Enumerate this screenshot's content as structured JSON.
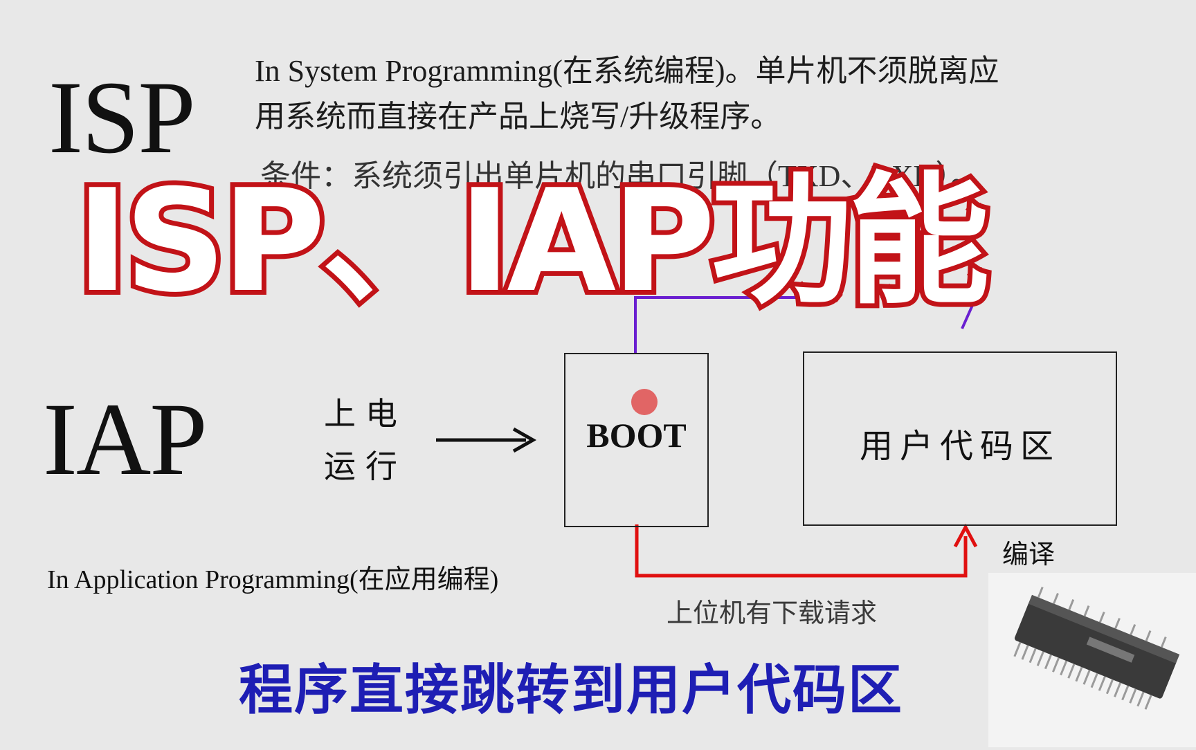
{
  "isp": {
    "title": "ISP",
    "desc_line1": "In System Programming(在系统编程)。单片机不须脱离应",
    "desc_line2": "用系统而直接在产品上烧写/升级程序。",
    "condition": "条件：系统须引出单片机的串口引脚（TXD、RXD）。"
  },
  "iap": {
    "title": "IAP",
    "full_name": "In Application Programming(在应用编程)",
    "power_run": "上电运行"
  },
  "diagram": {
    "boot_label": "BOOT",
    "user_area_label": "用户代码区",
    "compile_label": "编译",
    "download_label": "上位机有下载请求"
  },
  "overlay": {
    "headline": "ISP、IAP功能",
    "caption": "程序直接跳转到用户代码区"
  },
  "colors": {
    "background": "#e8e8e8",
    "headline_fill": "#ffffff",
    "headline_stroke": "#c21318",
    "caption": "#1e1eb4",
    "red_arrow": "#e01010",
    "purple_line": "#6a1fd0"
  }
}
